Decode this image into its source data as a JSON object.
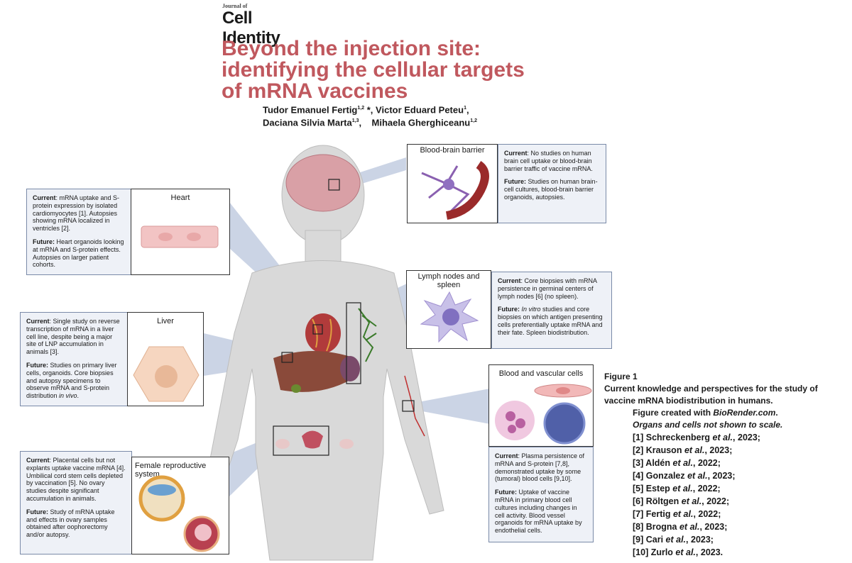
{
  "journal": {
    "kicker": "Journal of",
    "name": "Cell Identity"
  },
  "title": "Beyond the injection site: identifying the cellular targets of mRNA vaccines",
  "authors": {
    "a1": "Tudor Emanuel Fertig",
    "a1_sup": "1,2",
    "a1_mark": " *,",
    "a2": "Victor Eduard Peteu",
    "a2_sup": "1",
    "a2_mark": ",",
    "a3": "Daciana Silvia Marta",
    "a3_sup": "1,3",
    "a3_mark": ",",
    "a4": "Mihaela Gherghiceanu",
    "a4_sup": "1,2"
  },
  "panels": {
    "heart": {
      "label": "Heart",
      "current_label": "Current",
      "current_text": ": mRNA uptake and S-protein expression by isolated cardiomyocytes [1]. Autopsies showing mRNA localized in ventricles [2].",
      "future_label": "Future:",
      "future_text": " Heart organoids looking at mRNA and S-protein effects. Autopsies on larger patient cohorts."
    },
    "liver": {
      "label": "Liver",
      "current_label": "Current",
      "current_text": ": Single study on reverse transcription of mRNA in a liver cell line, despite being a major site of LNP accumulation in animals [3].",
      "future_label": "Future:",
      "future_text": " Studies on primary liver cells, organoids. Core biopsies and autopsy specimens to observe mRNA and S-protein distribution ",
      "future_italic": "in vivo",
      "future_end": "."
    },
    "female": {
      "label": "Female reproductive system",
      "current_label": "Current",
      "current_text": ": Placental cells but not explants uptake vaccine mRNA [4]. Umbilical cord stem cells depleted by vaccination [5]. No ovary studies despite significant accumulation in animals.",
      "future_label": "Future:",
      "future_text": " Study of mRNA uptake and effects in ovary samples obtained after oophorectomy and/or autopsy."
    },
    "bbb": {
      "label": "Blood-brain barrier",
      "current_label": "Current",
      "current_text": ": No studies on human brain cell uptake or blood-brain barrier traffic of vaccine mRNA.",
      "future_label": "Future:",
      "future_text": " Studies on human brain-cell cultures, blood-brain barrier organoids, autopsies."
    },
    "lymph": {
      "label": "Lymph nodes and spleen",
      "current_label": "Current",
      "current_text": ": Core biopsies with mRNA persistence in germinal centers of lymph nodes [6] (no spleen).",
      "future_label": "Future:",
      "future_italic": "In vitro",
      "future_text": " studies and core biopsies on which antigen presenting cells preferentially uptake mRNA and their fate. Spleen biodistribution."
    },
    "blood": {
      "label": "Blood and vascular cells",
      "current_label": "Current",
      "current_text": ": Plasma persistence of mRNA and S-protein [7,8], demonstrated uptake by some (tumoral) blood cells [9,10].",
      "future_label": "Future:",
      "future_text": " Uptake of vaccine mRNA in primary blood cell cultures including changes in cell activity. Blood vessel organoids for mRNA uptake by endothelial cells."
    }
  },
  "caption": {
    "figure": "Figure 1",
    "heading": "Current knowledge and perspectives for the study of vaccine mRNA biodistribution in humans.",
    "created_prefix": "Figure created with ",
    "created_italic": "BioRender.com",
    "created_suffix": ".",
    "scale_note": "Organs and cells not shown to scale.",
    "refs": [
      {
        "num": "[1] ",
        "author": "Schreckenberg ",
        "etal": "et al.",
        "year": ", 2023;"
      },
      {
        "num": "[2] ",
        "author": "Krauson ",
        "etal": "et al.",
        "year": ", 2023;"
      },
      {
        "num": "[3] ",
        "author": "Aldén ",
        "etal": "et al.",
        "year": ", 2022;"
      },
      {
        "num": "[4] ",
        "author": "Gonzalez ",
        "etal": "et al.",
        "year": ", 2023;"
      },
      {
        "num": "[5] ",
        "author": "Estep ",
        "etal": "et al.",
        "year": ", 2022;"
      },
      {
        "num": "[6] ",
        "author": "Röltgen ",
        "etal": "et al.",
        "year": ", 2022;"
      },
      {
        "num": "[7] ",
        "author": "Fertig ",
        "etal": "et al.",
        "year": ", 2022;"
      },
      {
        "num": "[8] ",
        "author": "Brogna ",
        "etal": "et al.",
        "year": ", 2023;"
      },
      {
        "num": "[9] ",
        "author": "Cari ",
        "etal": "et al.",
        "year": ", 2023;"
      },
      {
        "num": "[10] ",
        "author": "Zurlo ",
        "etal": "et al.",
        "year": ", 2023."
      }
    ]
  },
  "colors": {
    "title": "#c0585e",
    "panel_bg": "#eef1f7",
    "panel_border": "#7a8aa8",
    "callout": "#b9c6dc",
    "body": "#d9d9d9"
  }
}
